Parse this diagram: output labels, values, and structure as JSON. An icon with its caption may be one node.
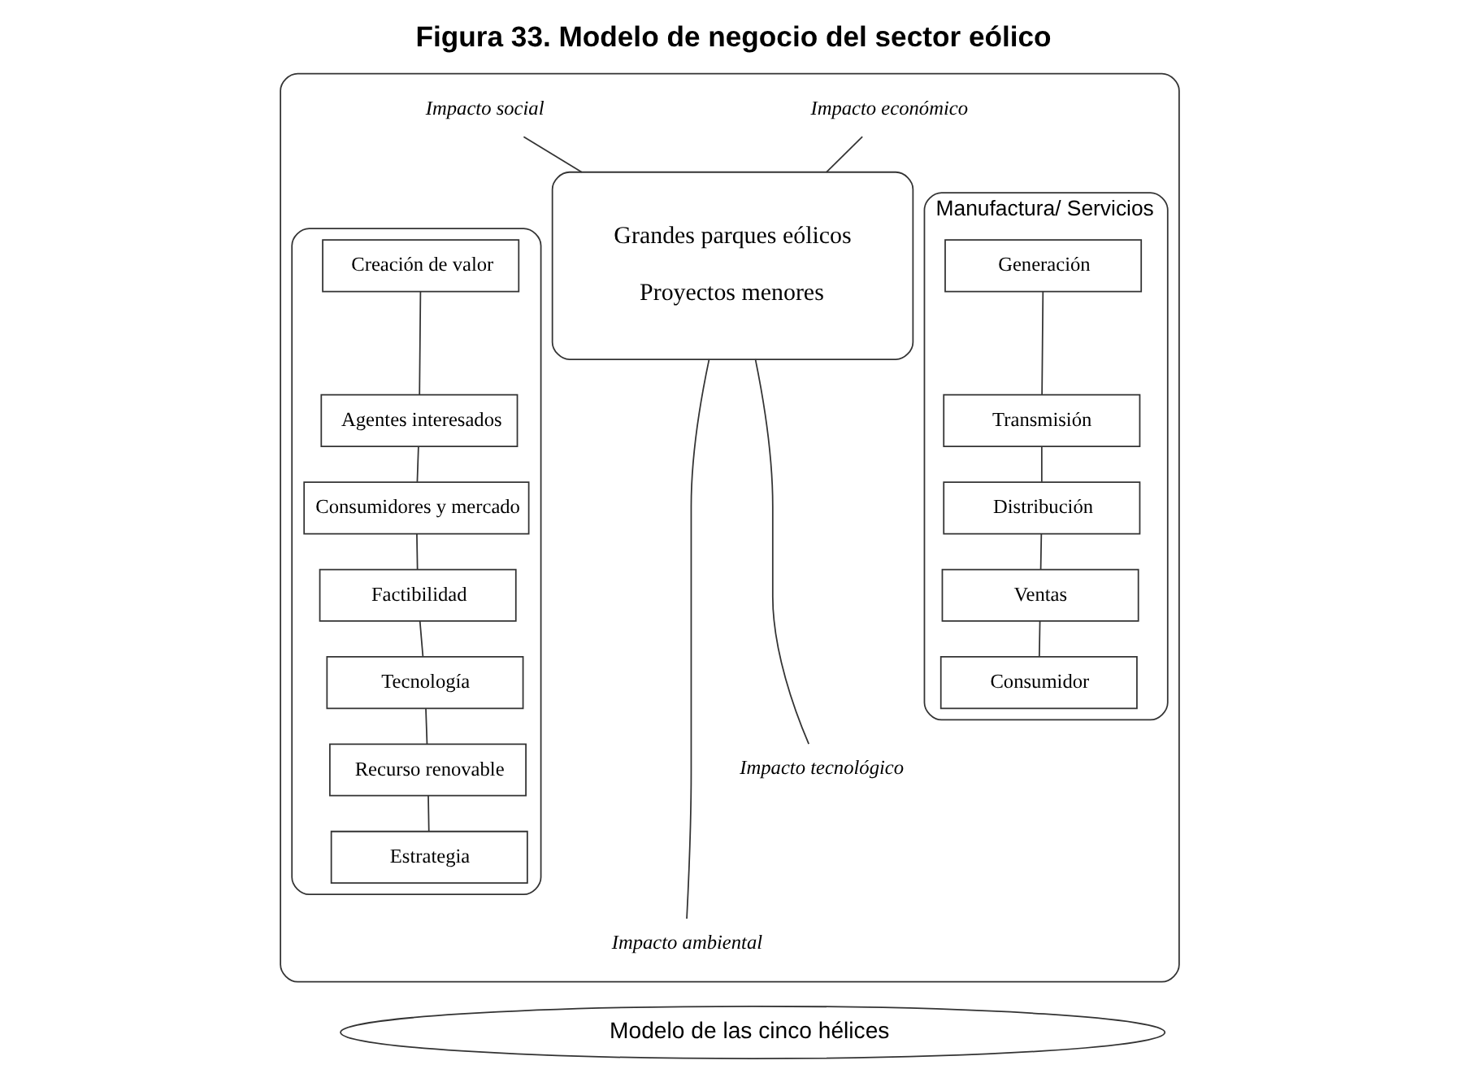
{
  "diagram": {
    "title": "Figura 33. Modelo de negocio del sector eólico",
    "nodes": [
      {
        "text": [],
        "shape": "box"
      },
      {
        "text": [
          "Impacto social"
        ],
        "in": 0
      },
      {
        "text": [
          "Impacto económico"
        ],
        "in": 0
      },
      {
        "text": [],
        "shape": "box",
        "in": 0
      },
      {
        "text": [
          "Creación de valor"
        ],
        "in": 3
      },
      {
        "text": [
          "Agentes interesados"
        ],
        "in": 3
      },
      {
        "text": [
          "Consumidores y mercado"
        ],
        "in": 3
      },
      {
        "text": [
          "Factibilidad"
        ],
        "in": 3
      },
      {
        "text": [
          "Tecnología"
        ],
        "in": 3
      },
      {
        "text": [
          "Recurso renovable"
        ],
        "in": 3
      },
      {
        "text": [
          "Estrategia"
        ],
        "in": 3
      },
      {
        "text": [
          "Grandes parques eólicos",
          "Proyectos menores"
        ],
        "in": 0
      },
      {
        "text": [
          "Manufactura/ Servicios"
        ],
        "in": 0
      },
      {
        "text": [
          "Generación"
        ],
        "in": 12
      },
      {
        "text": [
          "Transmisión"
        ],
        "in": 12
      },
      {
        "text": [
          "Distribución"
        ],
        "in": 12
      },
      {
        "text": [
          "Ventas"
        ],
        "in": 12
      },
      {
        "text": [
          "Consumidor"
        ],
        "in": 12
      },
      {
        "text": [
          "Impacto ambiental"
        ],
        "in": 0
      },
      {
        "text": [
          "Impacto tecnológico"
        ],
        "in": 0
      },
      {
        "text": [
          "Modelo de las cinco hélices"
        ]
      }
    ],
    "edges": [
      {
        "from": 1,
        "to": 11,
        "arrow": "none"
      },
      {
        "from": 2,
        "to": 11,
        "arrow": "none"
      },
      {
        "from": 4,
        "to": 5,
        "arrow": "none"
      },
      {
        "from": 5,
        "to": 6,
        "arrow": "none"
      },
      {
        "from": 6,
        "to": 7,
        "arrow": "none"
      },
      {
        "from": 7,
        "to": 8,
        "arrow": "none"
      },
      {
        "from": 8,
        "to": 9,
        "arrow": "none"
      },
      {
        "from": 9,
        "to": 10,
        "arrow": "none"
      },
      {
        "from": 13,
        "to": 14,
        "arrow": "none"
      },
      {
        "from": 14,
        "to": 15,
        "arrow": "none"
      },
      {
        "from": 15,
        "to": 16,
        "arrow": "none"
      },
      {
        "from": 16,
        "to": 17,
        "arrow": "none"
      },
      {
        "from": 11,
        "to": 18,
        "arrow": "none"
      },
      {
        "from": 11,
        "to": 19,
        "arrow": "none"
      }
    ]
  }
}
